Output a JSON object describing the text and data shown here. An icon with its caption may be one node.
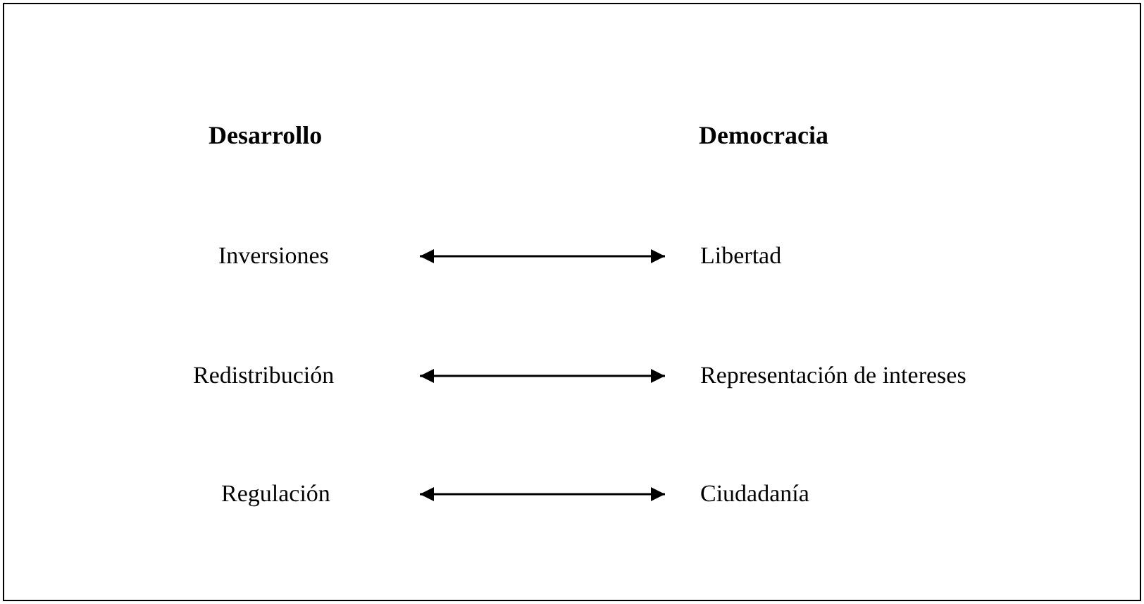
{
  "diagram": {
    "nodes": [
      {
        "text": [
          "Inversiones"
        ]
      },
      {
        "text": [
          "Libertad"
        ]
      },
      {
        "text": [
          "Redistribución"
        ]
      },
      {
        "text": [
          "Representación de intereses"
        ]
      },
      {
        "text": [
          "Regulación"
        ]
      },
      {
        "text": [
          "Ciudadanía"
        ]
      }
    ],
    "edges": [
      {
        "from": 0,
        "to": 1,
        "arrow": "both"
      },
      {
        "from": 2,
        "to": 3,
        "arrow": "both"
      },
      {
        "from": 4,
        "to": 5,
        "arrow": "both"
      }
    ],
    "labels": [
      "Desarrollo",
      "Democracia"
    ]
  }
}
